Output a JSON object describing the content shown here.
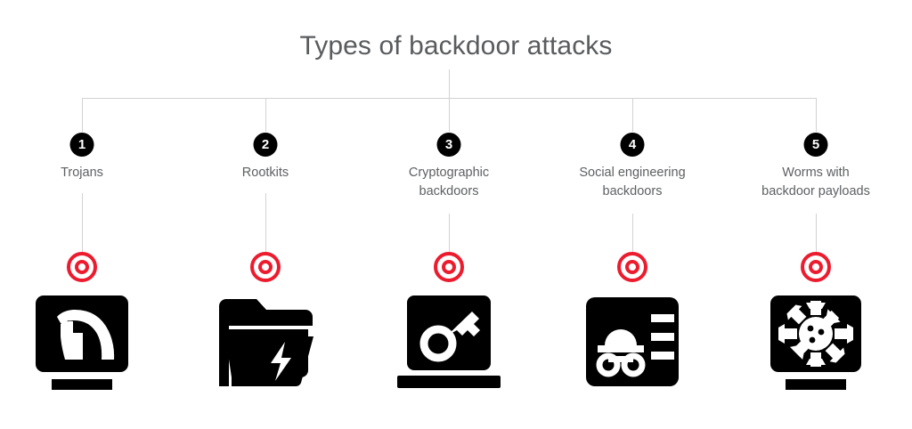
{
  "header": {
    "title": "Types of backdoor attacks"
  },
  "theme": {
    "background": "#ffffff",
    "title_color": "#595b5d",
    "caption_color": "#5d5f61",
    "badge_bg": "#000000",
    "badge_text": "#ffffff",
    "accent_red": "#ed1b2e",
    "connector_line": "#d2d2d2",
    "icon_color": "#000000"
  },
  "items": [
    {
      "number": "1",
      "label": "Trojans",
      "label_line1": "Trojans",
      "label_line2": "",
      "marker": "bullseye-target-icon",
      "icon": "monitor-trojan-horse-icon"
    },
    {
      "number": "2",
      "label": "Rootkits",
      "label_line1": "Rootkits",
      "label_line2": "",
      "marker": "bullseye-target-icon",
      "icon": "folder-lightning-icon"
    },
    {
      "number": "3",
      "label": "Cryptographic backdoors",
      "label_line1": "Cryptographic",
      "label_line2": "backdoors",
      "marker": "bullseye-target-icon",
      "icon": "laptop-key-icon"
    },
    {
      "number": "4",
      "label": "Social engineering backdoors",
      "label_line1": "Social engineering",
      "label_line2": "backdoors",
      "marker": "bullseye-target-icon",
      "icon": "id-card-spy-icon"
    },
    {
      "number": "5",
      "label": "Worms with backdoor payloads",
      "label_line1": "Worms with",
      "label_line2": "backdoor payloads",
      "marker": "bullseye-target-icon",
      "icon": "monitor-virus-icon"
    }
  ]
}
